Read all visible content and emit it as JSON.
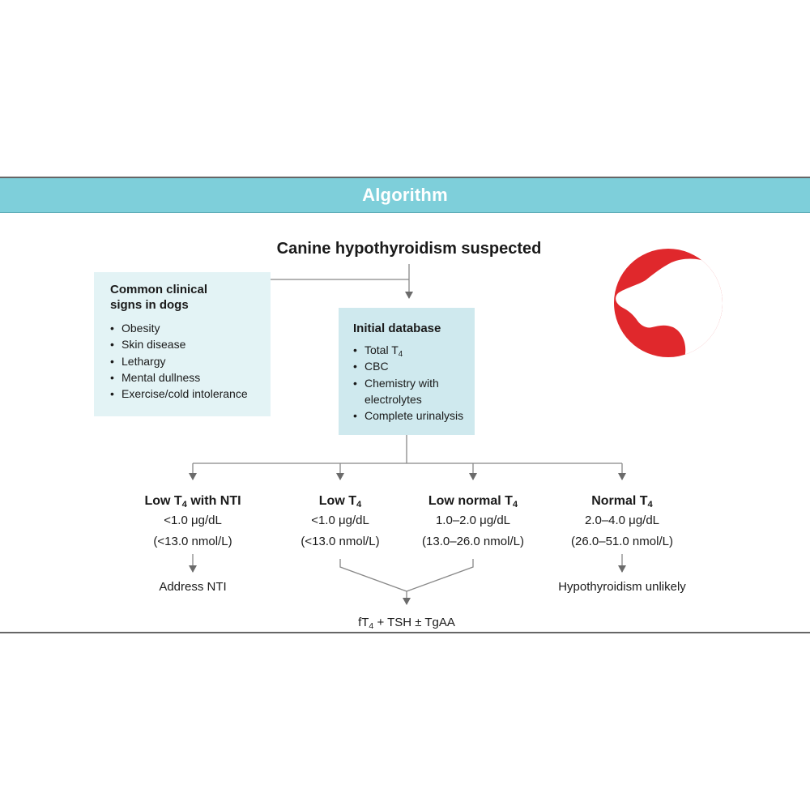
{
  "header": {
    "title": "Algorithm"
  },
  "main_title": "Canine hypothyroidism suspected",
  "signs_box": {
    "title_line1": "Common clinical",
    "title_line2": "signs in dogs",
    "items": [
      "Obesity",
      "Skin disease",
      "Lethargy",
      "Mental dullness",
      "Exercise/cold intolerance"
    ]
  },
  "database_box": {
    "title": "Initial database",
    "items": [
      {
        "text": "Total T",
        "sub": "4",
        "cont": ""
      },
      {
        "text": "CBC",
        "sub": "",
        "cont": ""
      },
      {
        "text": "Chemistry with",
        "sub": "",
        "cont": "electrolytes"
      },
      {
        "text": "Complete urinalysis",
        "sub": "",
        "cont": ""
      }
    ]
  },
  "levels": [
    {
      "title": "Low T",
      "title_sub": "4",
      "title_after": " with NTI",
      "line1": "<1.0 μg/dL",
      "line2": "(<13.0 nmol/L)",
      "outcome": "Address NTI"
    },
    {
      "title": "Low T",
      "title_sub": "4",
      "title_after": "",
      "line1": "<1.0 μg/dL",
      "line2": "(<13.0 nmol/L)",
      "outcome": ""
    },
    {
      "title": "Low normal T",
      "title_sub": "4",
      "title_after": "",
      "line1": "1.0–2.0 μg/dL",
      "line2": "(13.0–26.0 nmol/L)",
      "outcome": ""
    },
    {
      "title": "Normal T",
      "title_sub": "4",
      "title_after": "",
      "line1": "2.0–4.0 μg/dL",
      "line2": "(26.0–51.0 nmol/L)",
      "outcome": "Hypothyroidism unlikely"
    }
  ],
  "final": {
    "pre": "fT",
    "sub": "4",
    "post": " + TSH ± TgAA"
  },
  "colors": {
    "header": "#7ecfda",
    "box_light": "#e3f3f5",
    "box_db": "#cfe9ee",
    "logo_red": "#e0282c",
    "lines": "#888888"
  },
  "icons": {
    "logo": "dog-head-logo-icon"
  }
}
